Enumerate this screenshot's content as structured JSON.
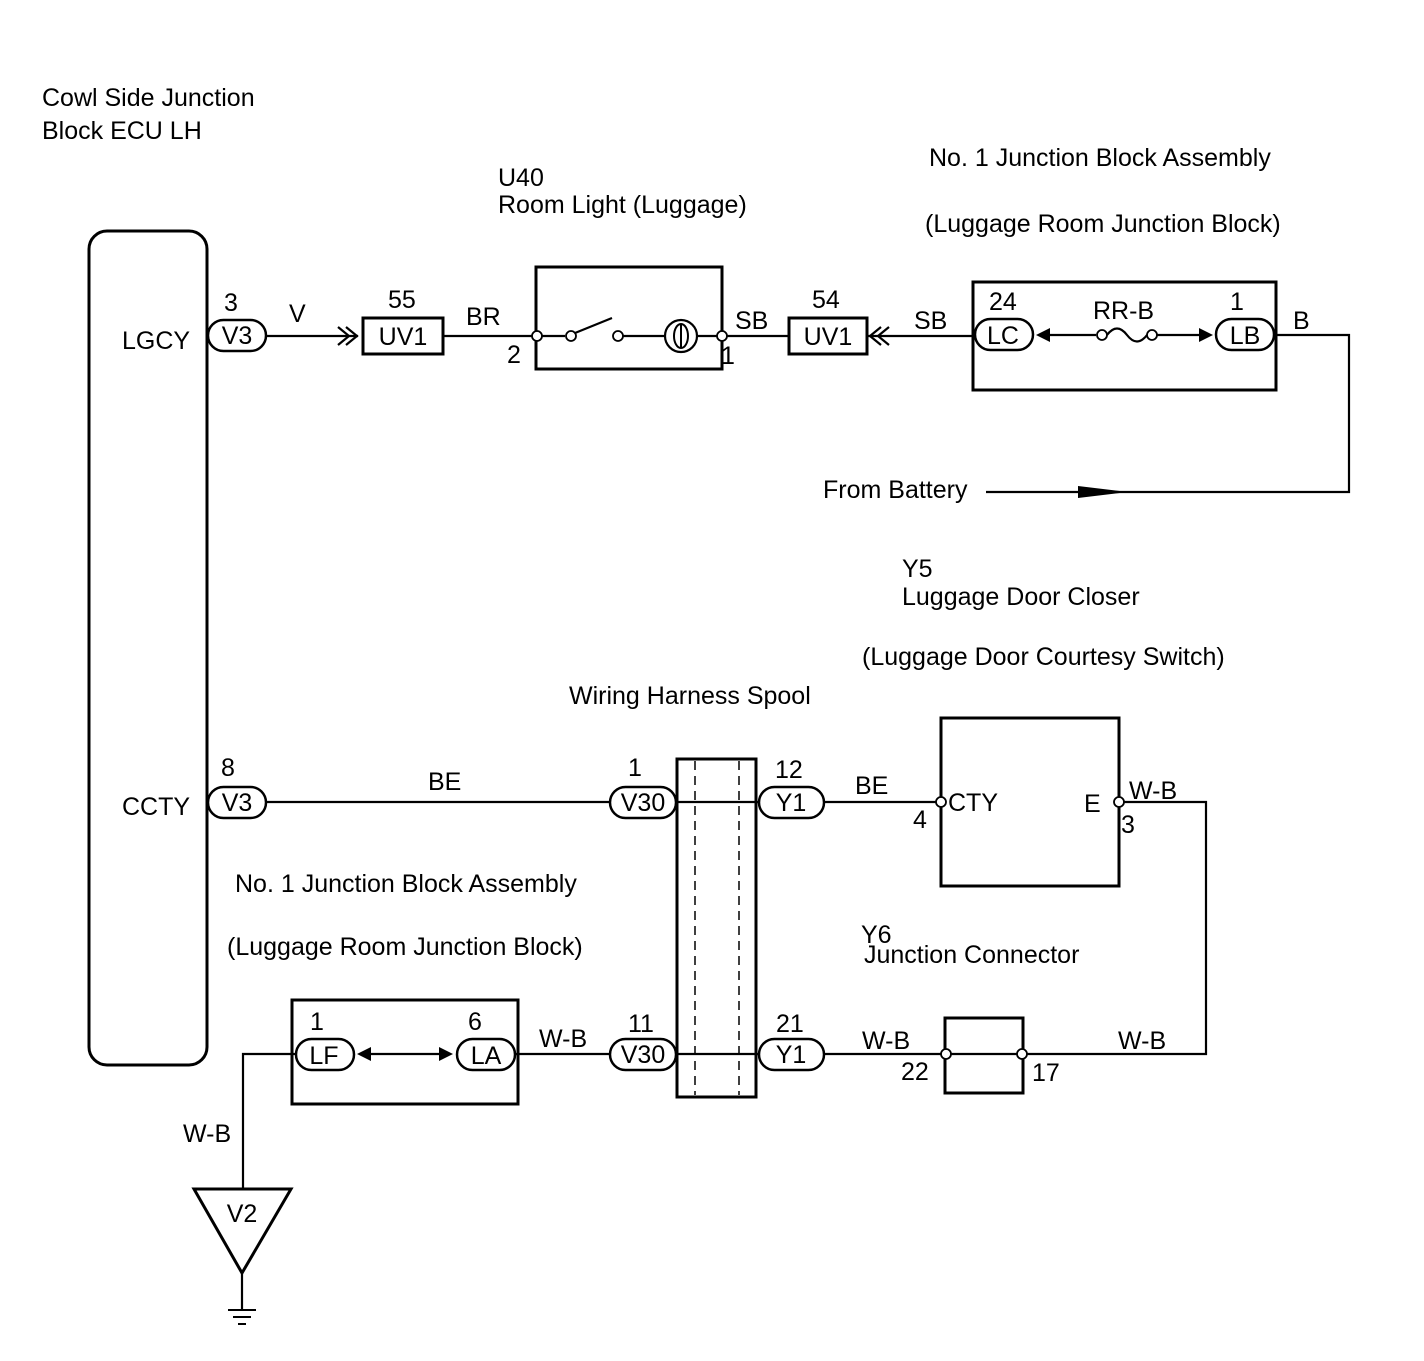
{
  "ecu": {
    "title_line1": "Cowl Side Junction",
    "title_line2": "Block ECU LH",
    "terminal_lgcy": "LGCY",
    "terminal_ccty": "CCTY"
  },
  "room_light": {
    "code": "U40",
    "name": "Room Light (Luggage)",
    "pin_2": "2",
    "pin_1": "1"
  },
  "jb_top": {
    "title_line1": "No. 1 Junction Block Assembly",
    "title_line2": "(Luggage Room Junction Block)",
    "pin_24": "24",
    "pin_1": "1",
    "conn_lc": "LC",
    "conn_lb": "LB",
    "fuse_wire": "RR-B"
  },
  "from_battery": "From Battery",
  "door_closer": {
    "code": "Y5",
    "name": "Luggage Door Closer",
    "subtitle": "(Luggage Door Courtesy Switch)",
    "terminal_cty": "CTY",
    "terminal_e": "E",
    "pin_4": "4",
    "pin_3": "3"
  },
  "spool": {
    "name": "Wiring Harness Spool"
  },
  "jb_bottom": {
    "title_line1": "No. 1 Junction Block Assembly",
    "title_line2": "(Luggage Room Junction Block)",
    "pin_1": "1",
    "pin_6": "6",
    "conn_lf": "LF",
    "conn_la": "LA"
  },
  "junction_connector": {
    "code": "Y6",
    "name": "Junction Connector",
    "pin_22": "22",
    "pin_17": "17"
  },
  "connectors": {
    "v3_top": {
      "pin": "3",
      "label": "V3"
    },
    "uv1_left": {
      "pin": "55",
      "label": "UV1"
    },
    "uv1_right": {
      "pin": "54",
      "label": "UV1"
    },
    "v3_bottom": {
      "pin": "8",
      "label": "V3"
    },
    "v30_top": {
      "pin": "1",
      "label": "V30"
    },
    "y1_top": {
      "pin": "12",
      "label": "Y1"
    },
    "v30_bottom": {
      "pin": "11",
      "label": "V30"
    },
    "y1_bottom": {
      "pin": "21",
      "label": "Y1"
    },
    "ground": {
      "label": "V2"
    }
  },
  "wires": {
    "v": "V",
    "br": "BR",
    "sb_left": "SB",
    "sb_right": "SB",
    "b": "B",
    "be_left": "BE",
    "be_right": "BE",
    "wb_closer": "W-B",
    "wb_jb": "W-B",
    "wb_y6_left": "W-B",
    "wb_y6_right": "W-B",
    "wb_ground": "W-B"
  }
}
